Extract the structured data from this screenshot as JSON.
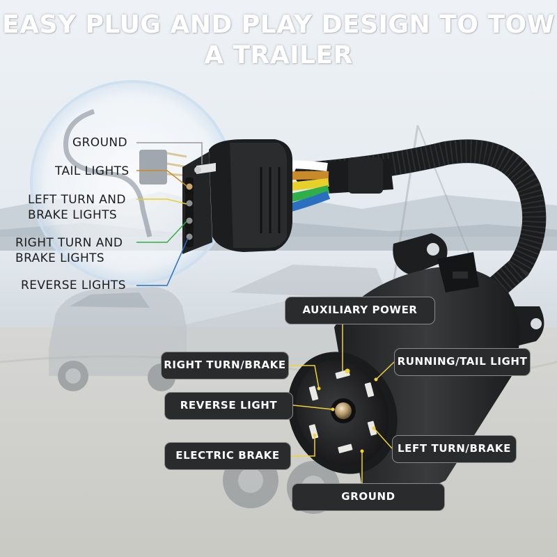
{
  "headline": {
    "line1": "EASY PLUG AND PLAY DESIGN TO TOW",
    "line2": "A TRAILER"
  },
  "four_pin_labels": {
    "ground": "GROUND",
    "tail_lights": "TAIL LIGHTS",
    "left_turn_line1": "LEFT TURN AND",
    "left_turn_line2": "BRAKE LIGHTS",
    "right_turn_line1": "RIGHT TURN AND",
    "right_turn_line2": "BRAKE LIGHTS",
    "reverse_lights": "REVERSE LIGHTS"
  },
  "seven_pin_labels": {
    "auxiliary_power": "AUXILIARY POWER",
    "right_turn_brake": "RIGHT TURN/BRAKE",
    "running_tail_light": "RUNNING/TAIL LIGHT",
    "reverse_light": "REVERSE LIGHT",
    "left_turn_brake": "LEFT TURN/BRAKE",
    "electric_brake": "ELECTRIC BRAKE",
    "ground": "GROUND"
  },
  "colors": {
    "ground_line": "#9a9a9a",
    "tail_line": "#c98a2a",
    "left_turn_line": "#e8d02a",
    "right_turn_line": "#2fae4a",
    "reverse_line": "#2a6fc0",
    "pill_background": "#2a2b2c",
    "pin_line": "#f2d23a"
  }
}
